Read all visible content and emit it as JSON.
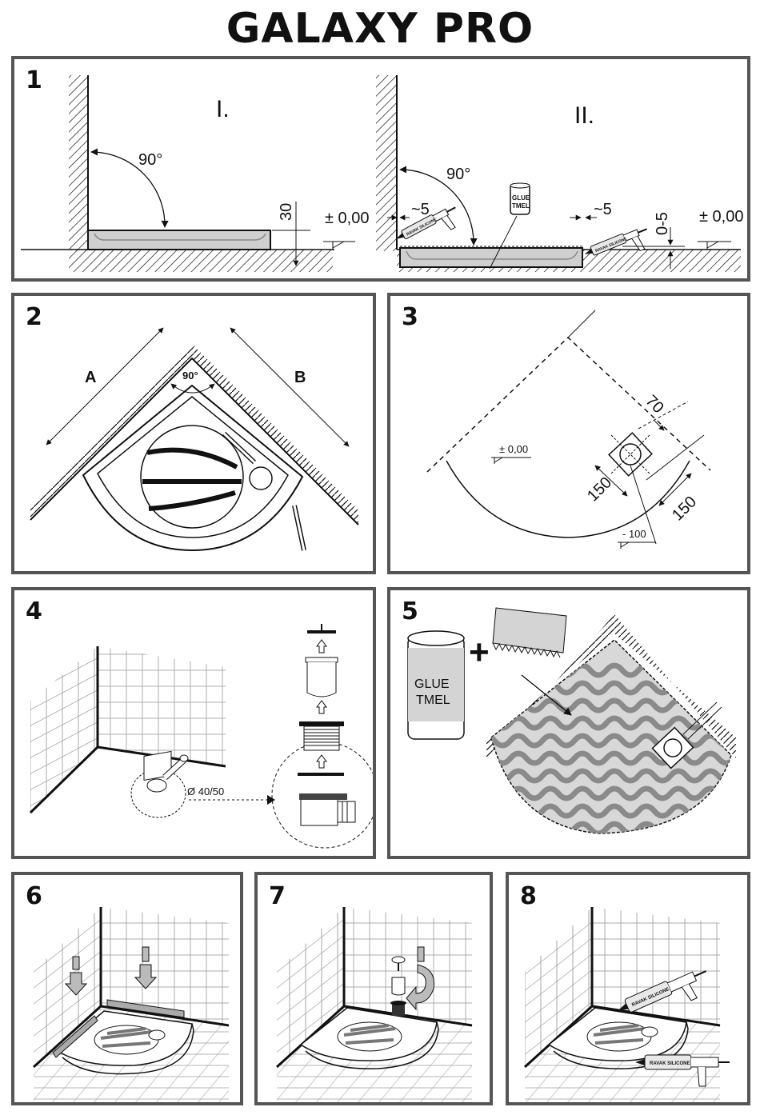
{
  "title": "GALAXY PRO",
  "steps": {
    "s1": {
      "number": "1",
      "part1": "I.",
      "part2": "II.",
      "angle1": "90°",
      "angle2": "90°",
      "height": "30",
      "level1": "± 0,00",
      "level2": "± 0,00",
      "gap_left": "~5",
      "gap_right": "~5",
      "range": "0-5",
      "glue_top": "GLUE",
      "glue_bottom": "TMEL",
      "silicone": "RAVAK SILICONE"
    },
    "s2": {
      "number": "2",
      "dim_a": "A",
      "dim_b": "B",
      "angle": "90°"
    },
    "s3": {
      "number": "3",
      "level": "± 0,00",
      "dim_70": "70",
      "dim_150a": "150",
      "dim_150b": "150",
      "depth": "- 100"
    },
    "s4": {
      "number": "4",
      "pipe": "Ø 40/50"
    },
    "s5": {
      "number": "5",
      "glue_top": "GLUE",
      "glue_bottom": "TMEL",
      "plus": "+"
    },
    "s6": {
      "number": "6"
    },
    "s7": {
      "number": "7"
    },
    "s8": {
      "number": "8",
      "silicone": "RAVAK SILICONE"
    }
  },
  "colors": {
    "frame": "#555555",
    "ink": "#111111",
    "gray": "#9a9a9a",
    "lightgray": "#d8d8d8"
  }
}
